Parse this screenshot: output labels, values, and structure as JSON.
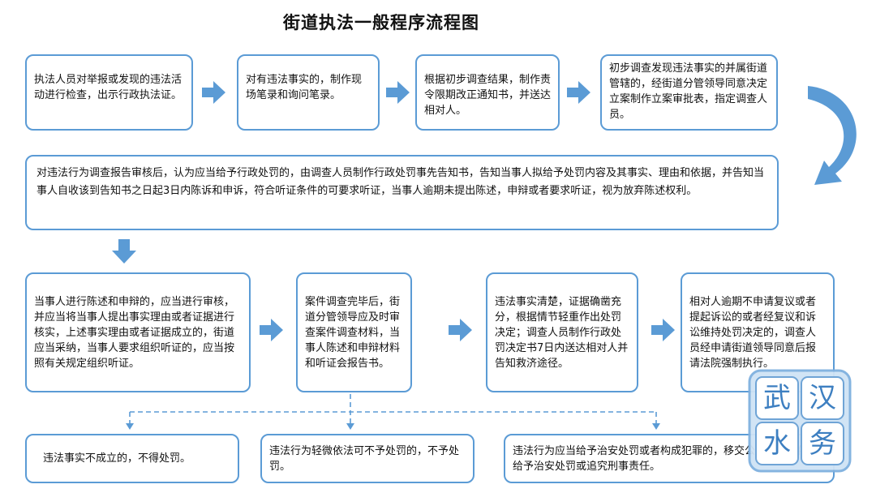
{
  "title": "街道执法一般程序流程图",
  "steps": {
    "s1": "执法人员对举报或发现的违法活动进行检查，出示行政执法证。",
    "s2": "对有违法事实的，制作现场笔录和询问笔录。",
    "s3": "根据初步调查结果，制作责令限期改正通知书，并送达相对人。",
    "s4": "初步调查发现违法事实的并属街道管辖的，经街道分管领导同意决定立案制作立案审批表，指定调查人员。",
    "s5": "对违法行为调查报告审核后，认为应当给予行政处罚的，由调查人员制作行政处罚事先告知书，告知当事人拟给予处罚内容及其事实、理由和依据，并告知当事人自收该到告知书之日起3日内陈诉和申诉，符合听证条件的可要求听证，当事人逾期未提出陈述，申辩或者要求听证，视为放弃陈述权利。",
    "s6": "当事人进行陈述和申辩的，应当进行审核，并应当将当事人提出事实理由或者证据进行核实，上述事实理由或者证据成立的，街道应当采纳，当事人要求组织听证的，应当按照有关规定组织听证。",
    "s7": "案件调查完毕后，街道分管领导应及时审查案件调查材料，当事人陈述和申辩材料和听证会报告书。",
    "s8": "违法事实清楚，证据确凿充分，根据情节轻重作出处罚决定；调查人员制作行政处罚决定书7日内送达相对人并告知救济途径。",
    "s9": "相对人逾期不申请复议或者提起诉讼的或者经复议和诉讼维持处罚决定的，调查人员经申请街道领导同意后报请法院强制执行。"
  },
  "outcomes": {
    "o1": "违法事实不成立的，不得处罚。",
    "o2": "违法行为轻微依法可不予处罚的，不予处罚。",
    "o3": "违法行为应当给予治安处罚或者构成犯罪的，移交公安机关，依法给予治安处罚或追究刑事责任。"
  },
  "watermark": {
    "chars": [
      "武",
      "汉",
      "水",
      "务"
    ]
  },
  "colors": {
    "border": "#5b9bd5",
    "arrow": "#5b9bd5",
    "stamp_fill": "#cfe3f5",
    "stamp_text": "#3d7fc1"
  },
  "icons": {
    "flow_arrow": "right-arrow-icon",
    "down_arrow": "down-arrow-icon",
    "curve_arrow": "curved-arrow-icon"
  }
}
